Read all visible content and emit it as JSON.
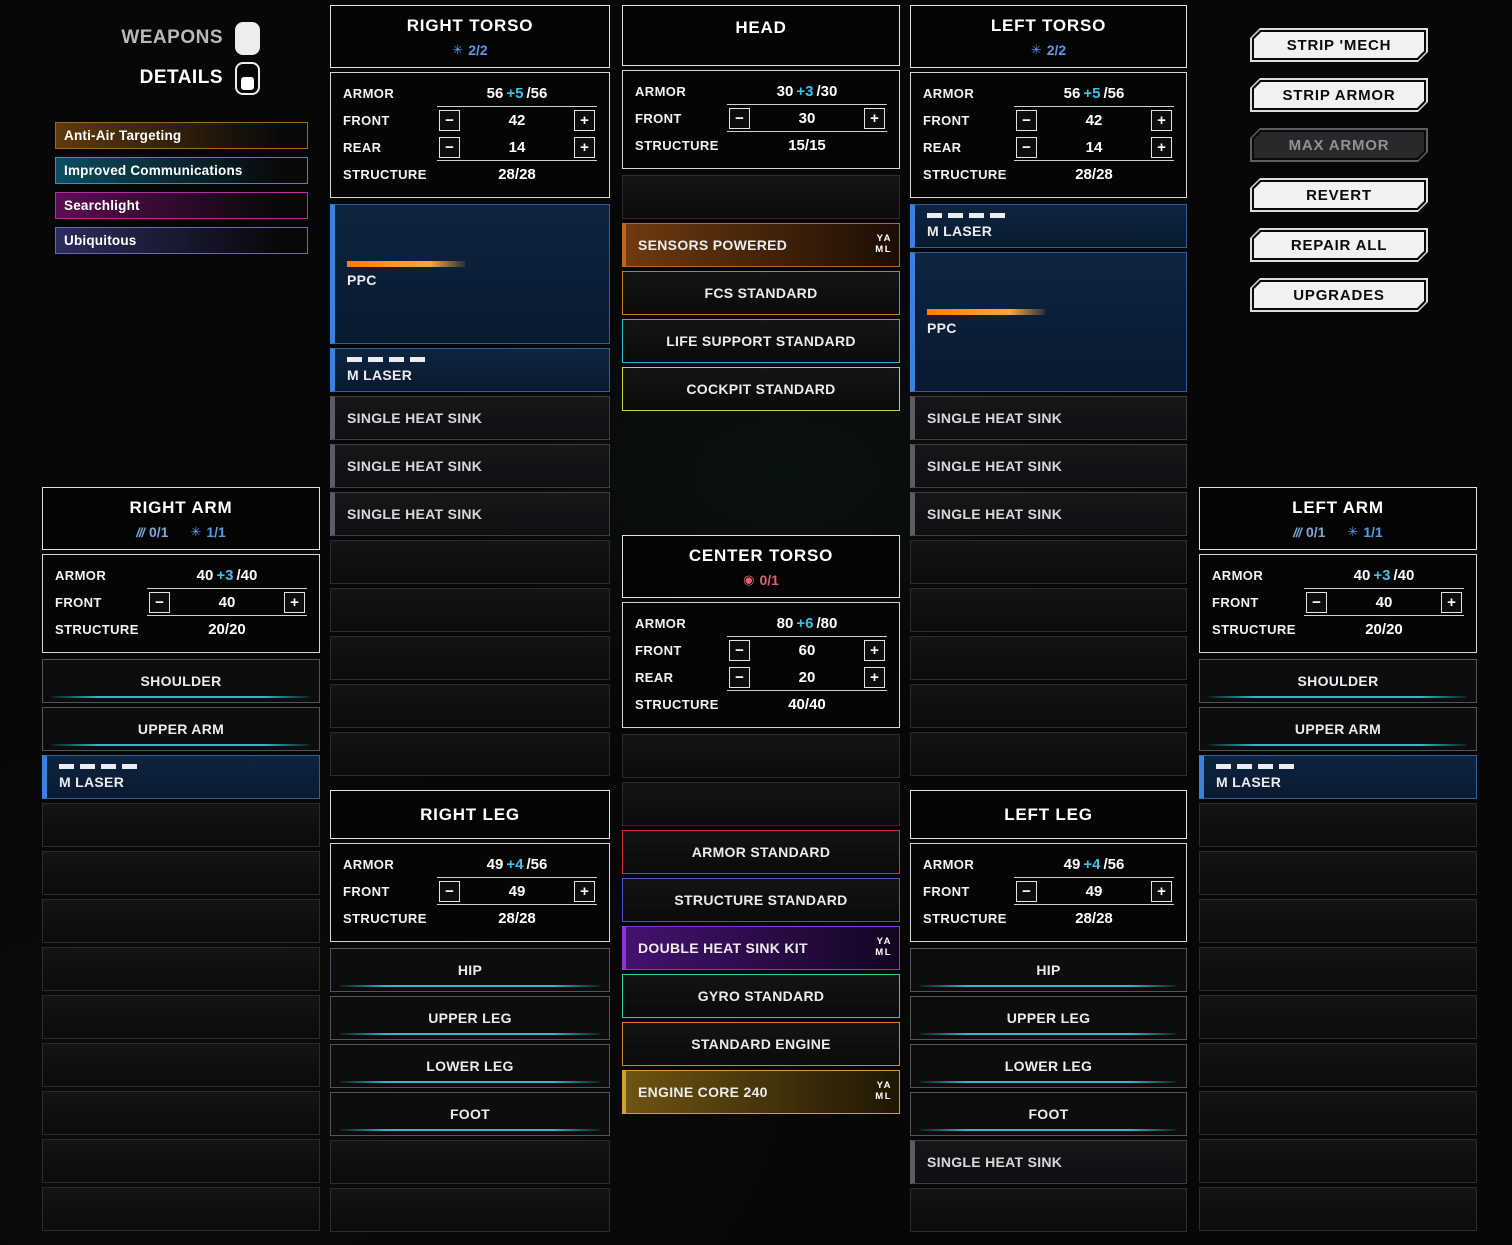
{
  "toggles": {
    "weapons_label": "WEAPONS",
    "details_label": "DETAILS"
  },
  "quirks": [
    {
      "label": "Anti-Air Targeting",
      "accent": "#a86418",
      "bg": "#5f3a0c"
    },
    {
      "label": "Improved Communications",
      "accent": "#1f9ac0",
      "bg": "#0b4e63"
    },
    {
      "label": "Searchlight",
      "accent": "#b82aa8",
      "bg": "#5c0e52"
    },
    {
      "label": "Ubiquitous",
      "accent": "#6a6ab2",
      "bg": "#2c2c5e"
    }
  ],
  "action_buttons": [
    {
      "label": "STRIP 'MECH",
      "enabled": true
    },
    {
      "label": "STRIP ARMOR",
      "enabled": true
    },
    {
      "label": "MAX ARMOR",
      "enabled": false
    },
    {
      "label": "REVERT",
      "enabled": true
    },
    {
      "label": "REPAIR ALL",
      "enabled": true
    },
    {
      "label": "UPGRADES",
      "enabled": true
    }
  ],
  "labels": {
    "armor": "ARMOR",
    "front": "FRONT",
    "rear": "REAR",
    "structure": "STRUCTURE"
  },
  "stepper": {
    "decrease": "−",
    "increase": "+"
  },
  "yaml_badge": {
    "line1": "YA",
    "line2": "ML"
  },
  "sections": [
    {
      "id": "right-arm",
      "title": "RIGHT ARM",
      "badges": [
        {
          "icon": "ballistic-hardpoint",
          "glyph": "///",
          "text": "0/1",
          "color": "#7fa8d8"
        },
        {
          "icon": "energy-hardpoint",
          "glyph": "✳",
          "text": "1/1",
          "color": "#5a9ae8"
        }
      ],
      "armor": {
        "total": "40",
        "bonus": "+3",
        "max": "40",
        "front": "40",
        "structure": "20/20"
      },
      "slots": [
        {
          "kind": "fixed",
          "label": "SHOULDER"
        },
        {
          "kind": "fixed",
          "label": "UPPER ARM"
        },
        {
          "kind": "weapon",
          "label": "M LASER",
          "pips": 4
        },
        {
          "kind": "empty"
        },
        {
          "kind": "empty"
        },
        {
          "kind": "empty"
        },
        {
          "kind": "empty"
        },
        {
          "kind": "empty"
        },
        {
          "kind": "empty"
        },
        {
          "kind": "empty"
        },
        {
          "kind": "empty"
        },
        {
          "kind": "empty"
        }
      ]
    },
    {
      "id": "right-torso",
      "title": "RIGHT TORSO",
      "badges": [
        {
          "icon": "energy-hardpoint",
          "glyph": "✳",
          "text": "2/2",
          "color": "#5a9ae8"
        }
      ],
      "armor": {
        "total": "56",
        "bonus": "+5",
        "max": "56",
        "front": "42",
        "rear": "14",
        "structure": "28/28"
      },
      "slots": [
        {
          "kind": "weapon",
          "label": "PPC",
          "rows": 3,
          "bar": true
        },
        {
          "kind": "weapon",
          "label": "M LASER",
          "pips": 4
        },
        {
          "kind": "heatsink",
          "label": "SINGLE HEAT SINK"
        },
        {
          "kind": "heatsink",
          "label": "SINGLE HEAT SINK"
        },
        {
          "kind": "heatsink",
          "label": "SINGLE HEAT SINK"
        },
        {
          "kind": "empty"
        },
        {
          "kind": "empty"
        },
        {
          "kind": "empty"
        },
        {
          "kind": "empty"
        },
        {
          "kind": "empty"
        }
      ]
    },
    {
      "id": "head",
      "title": "HEAD",
      "badges": [],
      "armor": {
        "total": "30",
        "bonus": "+3",
        "max": "30",
        "front": "30",
        "structure": "15/15"
      },
      "slots": [
        {
          "kind": "empty"
        },
        {
          "kind": "yaml",
          "label": "SENSORS POWERED",
          "accent": "#c2641f",
          "bg1": "#6e3a10",
          "bg2": "#1c0d03"
        },
        {
          "kind": "equip",
          "label": "FCS STANDARD",
          "accent": "#c27b1f"
        },
        {
          "kind": "equip",
          "label": "LIFE SUPPORT STANDARD",
          "accent": "#28b9c9"
        },
        {
          "kind": "equip",
          "label": "COCKPIT STANDARD",
          "accent": "#c9d23c"
        }
      ]
    },
    {
      "id": "center-torso",
      "title": "CENTER TORSO",
      "badges": [
        {
          "icon": "missile-hardpoint",
          "glyph": "◉",
          "text": "0/1",
          "color": "#e0606e"
        }
      ],
      "armor": {
        "total": "80",
        "bonus": "+6",
        "max": "80",
        "front": "60",
        "rear": "20",
        "structure": "40/40"
      },
      "slots": [
        {
          "kind": "empty"
        },
        {
          "kind": "empty"
        },
        {
          "kind": "equip",
          "label": "ARMOR STANDARD",
          "accent": "#cf3030"
        },
        {
          "kind": "equip",
          "label": "STRUCTURE STANDARD",
          "accent": "#4a55d0"
        },
        {
          "kind": "yaml",
          "label": "DOUBLE HEAT SINK KIT",
          "accent": "#8a35d6",
          "bg1": "#43126e",
          "bg2": "#130522"
        },
        {
          "kind": "equip",
          "label": "GYRO STANDARD",
          "accent": "#2fd094"
        },
        {
          "kind": "equip",
          "label": "STANDARD ENGINE",
          "accent": "#d0862f"
        },
        {
          "kind": "yaml",
          "label": "ENGINE CORE 240",
          "accent": "#d0a12f",
          "bg1": "#6e5412",
          "bg2": "#1f1604"
        }
      ]
    },
    {
      "id": "left-torso",
      "title": "LEFT TORSO",
      "badges": [
        {
          "icon": "energy-hardpoint",
          "glyph": "✳",
          "text": "2/2",
          "color": "#5a9ae8"
        }
      ],
      "armor": {
        "total": "56",
        "bonus": "+5",
        "max": "56",
        "front": "42",
        "rear": "14",
        "structure": "28/28"
      },
      "slots": [
        {
          "kind": "weapon",
          "label": "M LASER",
          "pips": 4
        },
        {
          "kind": "weapon",
          "label": "PPC",
          "rows": 3,
          "bar": true
        },
        {
          "kind": "heatsink",
          "label": "SINGLE HEAT SINK"
        },
        {
          "kind": "heatsink",
          "label": "SINGLE HEAT SINK"
        },
        {
          "kind": "heatsink",
          "label": "SINGLE HEAT SINK"
        },
        {
          "kind": "empty"
        },
        {
          "kind": "empty"
        },
        {
          "kind": "empty"
        },
        {
          "kind": "empty"
        },
        {
          "kind": "empty"
        }
      ]
    },
    {
      "id": "left-arm",
      "title": "LEFT ARM",
      "badges": [
        {
          "icon": "ballistic-hardpoint",
          "glyph": "///",
          "text": "0/1",
          "color": "#7fa8d8"
        },
        {
          "icon": "energy-hardpoint",
          "glyph": "✳",
          "text": "1/1",
          "color": "#5a9ae8"
        }
      ],
      "armor": {
        "total": "40",
        "bonus": "+3",
        "max": "40",
        "front": "40",
        "structure": "20/20"
      },
      "slots": [
        {
          "kind": "fixed",
          "label": "SHOULDER"
        },
        {
          "kind": "fixed",
          "label": "UPPER ARM"
        },
        {
          "kind": "weapon",
          "label": "M LASER",
          "pips": 4
        },
        {
          "kind": "empty"
        },
        {
          "kind": "empty"
        },
        {
          "kind": "empty"
        },
        {
          "kind": "empty"
        },
        {
          "kind": "empty"
        },
        {
          "kind": "empty"
        },
        {
          "kind": "empty"
        },
        {
          "kind": "empty"
        },
        {
          "kind": "empty"
        }
      ]
    },
    {
      "id": "right-leg",
      "title": "RIGHT LEG",
      "badges": [],
      "armor": {
        "total": "49",
        "bonus": "+4",
        "max": "56",
        "front": "49",
        "structure": "28/28"
      },
      "slots": [
        {
          "kind": "fixed",
          "label": "HIP"
        },
        {
          "kind": "fixed",
          "label": "UPPER LEG"
        },
        {
          "kind": "fixed",
          "label": "LOWER LEG"
        },
        {
          "kind": "fixed",
          "label": "FOOT"
        },
        {
          "kind": "empty"
        },
        {
          "kind": "empty"
        }
      ]
    },
    {
      "id": "left-leg",
      "title": "LEFT LEG",
      "badges": [],
      "armor": {
        "total": "49",
        "bonus": "+4",
        "max": "56",
        "front": "49",
        "structure": "28/28"
      },
      "slots": [
        {
          "kind": "fixed",
          "label": "HIP"
        },
        {
          "kind": "fixed",
          "label": "UPPER LEG"
        },
        {
          "kind": "fixed",
          "label": "LOWER LEG"
        },
        {
          "kind": "fixed",
          "label": "FOOT"
        },
        {
          "kind": "heatsink",
          "label": "SINGLE HEAT SINK"
        },
        {
          "kind": "empty"
        }
      ]
    }
  ]
}
